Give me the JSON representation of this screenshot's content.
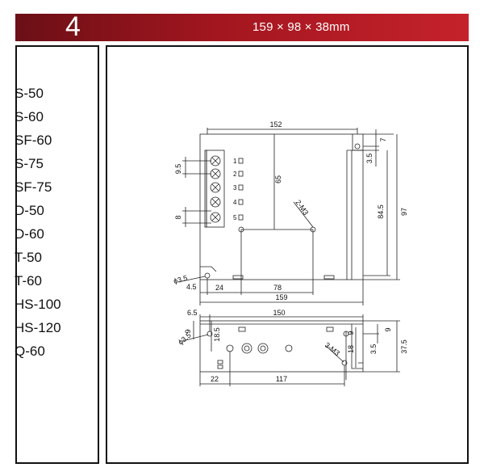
{
  "header": {
    "number": "4",
    "dimensions": "159 × 98 × 38mm",
    "colors": {
      "dark": "#6b0f16",
      "light": "#c5222b"
    }
  },
  "models": [
    "S-50",
    "S-60",
    "SF-60",
    "S-75",
    "SF-75",
    "D-50",
    "D-60",
    "T-50",
    "T-60",
    "HS-100",
    "HS-120",
    "Q-60"
  ],
  "top_view": {
    "dim_width_top": "152",
    "dim_65": "65",
    "dim_7": "7",
    "dim_3_5": "3.5",
    "dim_84_5": "84.5",
    "dim_97": "97",
    "dim_9_5": "9.5",
    "dim_8": "8",
    "hole_label": "2-M3",
    "diameter_label": "ϕ3.5",
    "dim_4_5": "4.5",
    "dim_24": "24",
    "dim_78": "78",
    "dim_159": "159",
    "terminals": [
      "1",
      "2",
      "3",
      "4",
      "5"
    ]
  },
  "side_view": {
    "dim_6_5": "6.5",
    "dim_150": "150",
    "dim_9_left": "9",
    "dim_18_5": "18.5",
    "diameter_label": "ϕ3.5",
    "dim_9_a": "9",
    "dim_18": "18",
    "dim_3_5": "3.5",
    "dim_9_b": "9",
    "dim_37_5": "37.5",
    "hole_label": "3-M3",
    "dim_22": "22",
    "dim_117": "117"
  }
}
